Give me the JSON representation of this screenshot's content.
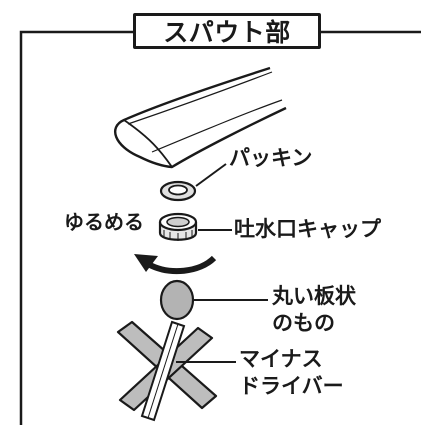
{
  "title": "スパウト部",
  "labels": {
    "packing": "パッキン",
    "loosen": "ゆるめる",
    "aerator_cap": "吐水口キャップ",
    "round_plate_line1": "丸い板状",
    "round_plate_line2": "のもの",
    "screwdriver_line1": "マイナス",
    "screwdriver_line2": "ドライバー"
  },
  "icons": {
    "spout": "spout-icon",
    "packing": "packing-ring-icon",
    "aerator_cap": "aerator-cap-icon",
    "loosen": "counterclockwise-arrow-icon",
    "round_plate": "coin-icon",
    "screwdriver": "screwdriver-prohibited-icon"
  },
  "colors": {
    "line": "#1a1a1a",
    "cross": "#bdbdbd",
    "coin_fill": "#b3b3b3",
    "ring_fill": "#e0e0e0"
  }
}
